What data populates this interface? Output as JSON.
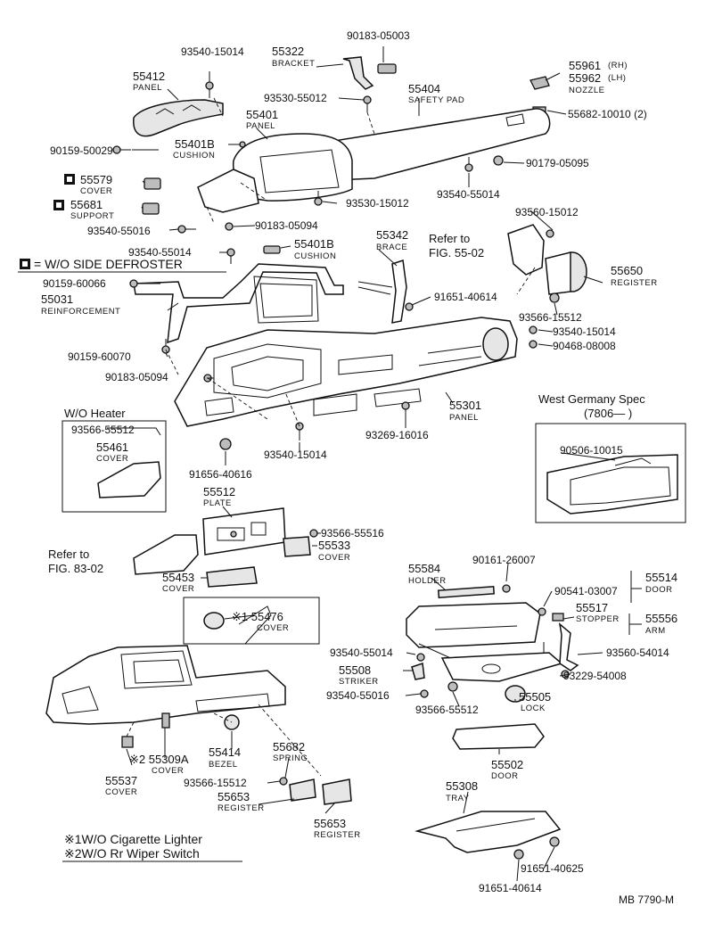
{
  "legend": {
    "square_note": "= W/O SIDE DEFROSTER",
    "note1": "※1W/O Cigarette Lighter",
    "note2": "※2W/O Rr Wiper Switch"
  },
  "boxes": {
    "wo_heater_title": "W/O Heater",
    "west_germany_title": "West Germany Spec",
    "west_germany_sub": "(7806—           )"
  },
  "refs": {
    "ref1_a": "Refer to",
    "ref1_b": "FIG. 55-02",
    "ref2_a": "Refer to",
    "ref2_b": "FIG. 83-02"
  },
  "footer": {
    "code": "MB  7790-M"
  },
  "labels": {
    "p93540_15014_a": "93540-15014",
    "p55412": "55412",
    "panel_a": "PANEL",
    "p55322": "55322",
    "bracket": "BRACKET",
    "p90183_05003": "90183-05003",
    "p55961": "55961",
    "rh": "(RH)",
    "p55962": "55962",
    "lh": "(LH)",
    "nozzle": "NOZZLE",
    "p93530_55012": "93530-55012",
    "p55404": "55404",
    "safety_pad": "SAFETY PAD",
    "p55682_10010": "55682-10010 (2)",
    "p55401": "55401",
    "panel_b": "PANEL",
    "p90159_50029": "90159-50029",
    "p55401b_a": "55401B",
    "cushion_a": "CUSHION",
    "p90179_05095": "90179-05095",
    "p55579": "55579",
    "cover_a": "COVER",
    "p93540_55014_a": "93540-55014",
    "p55681": "55681",
    "support": "SUPPORT",
    "p93530_15012": "93530-15012",
    "p93560_15012": "93560-15012",
    "p93540_55016_a": "93540-55016",
    "p90183_05094_a": "90183-05094",
    "p55342": "55342",
    "brace": "BRACE",
    "p93540_55014_b": "93540-55014",
    "p55401b_b": "55401B",
    "cushion_b": "CUSHION",
    "p90159_60066": "90159-60066",
    "p55650": "55650",
    "register_a": "REGISTER",
    "p91651_40614_a": "91651-40614",
    "p55031": "55031",
    "reinforcement": "REINFORCEMENT",
    "p93566_15512_a": "93566-15512",
    "p93540_15014_b": "93540-15014",
    "p90468_08008": "90468-08008",
    "p90159_60070": "90159-60070",
    "p90183_05094_b": "90183-05094",
    "p55301": "55301",
    "panel_c": "PANEL",
    "p93566_55512_a": "93566-55512",
    "p55461": "55461",
    "cover_b": "COVER",
    "p93269_16016": "93269-16016",
    "p93540_15014_c": "93540-15014",
    "p91656_40616": "91656-40616",
    "p90506_10015": "90506-10015",
    "p55512": "55512",
    "plate": "PLATE",
    "p93566_55516": "93566-55516",
    "p55533": "55533",
    "cover_c": "COVER",
    "p55453": "55453",
    "cover_d": "COVER",
    "p55584": "55584",
    "holder": "HOLDER",
    "p90161_26007": "90161-26007",
    "p55514": "55514",
    "door_a": "DOOR",
    "p90541_03007": "90541-03007",
    "p55517": "55517",
    "stopper": "STOPPER",
    "p55556": "55556",
    "arm": "ARM",
    "p55476": "※1 55476",
    "cover_e": "COVER",
    "p93540_55014_c": "93540-55014",
    "p93560_54014": "93560-54014",
    "p55508": "55508",
    "striker": "STRIKER",
    "p93229_54008": "93229-54008",
    "p93540_55016_b": "93540-55016",
    "p93566_55512_b": "93566-55512",
    "p55505": "55505",
    "lock": "LOCK",
    "p55309a": "※2 55309A",
    "cover_f": "COVER",
    "p55414": "55414",
    "bezel": "BEZEL",
    "p55682": "55682",
    "spring": "SPRING",
    "p55502": "55502",
    "door_b": "DOOR",
    "p55537": "55537",
    "cover_g": "COVER",
    "p93566_15512_b": "93566-15512",
    "p55653_a": "55653",
    "register_b": "REGISTER",
    "p55308": "55308",
    "tray": "TRAY",
    "p55653_b": "55653",
    "register_c": "REGISTER",
    "p91651_40625": "91651-40625",
    "p91651_40614_b": "91651-40614"
  }
}
